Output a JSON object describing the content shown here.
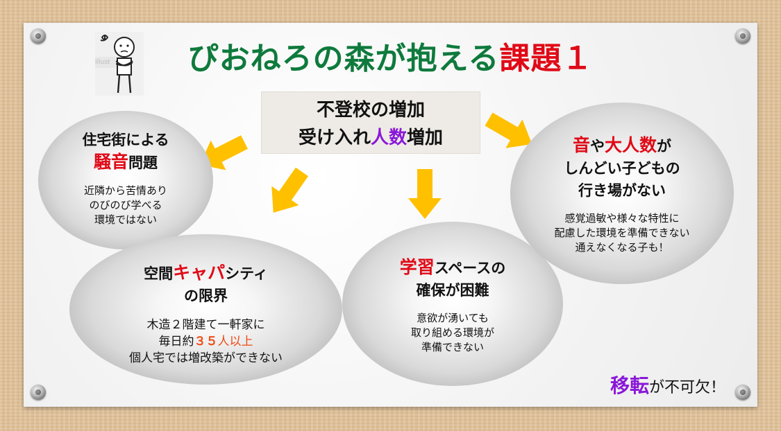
{
  "title": {
    "part1": "ぴおねろの森が抱える",
    "part2": "課題１"
  },
  "illust_tag": "illust",
  "center": {
    "line1": "不登校の増加",
    "line2_a": "受け入れ",
    "line2_b": "人数",
    "line2_c": "増加"
  },
  "noise": {
    "head1": "住宅街による",
    "head2_red": "騒音",
    "head2_rest": "問題",
    "body": [
      "近隣から苦情あり",
      "のびのび学べる",
      "環境ではない"
    ]
  },
  "capacity": {
    "head1_a": "空間",
    "head1_red": "キャパ",
    "head1_b": "シティ",
    "head2": "の限界",
    "body1": "木造２階建て一軒家に",
    "body2_a": "毎日約",
    "body2_orange": "３５",
    "body2_orange2": "人以上",
    "body3": "個人宅では増改築ができない"
  },
  "space": {
    "head1_red": "学習",
    "head1_rest": "スペースの",
    "head2": "確保が困難",
    "body": [
      "意欲が湧いても",
      "取り組める環境が",
      "準備できない"
    ]
  },
  "place": {
    "head1_red1": "音",
    "head1_mid": "や",
    "head1_red2": "大人数",
    "head1_end": "が",
    "head2": "しんどい子どもの",
    "head3": "行き場がない",
    "body": [
      "感覚過敏や様々な特性に",
      "配慮した環境を準備できない",
      "通えなくなる子も！"
    ]
  },
  "conclusion": {
    "purple": "移転",
    "rest": "が不可欠！"
  },
  "colors": {
    "title_green": "#0e7a3c",
    "accent_red": "#e00a17",
    "accent_purple": "#8a18d8",
    "arrow_yellow": "#ffc000"
  },
  "icons": [
    "push-pin-icon",
    "confused-person-icon",
    "arrow-icon"
  ]
}
